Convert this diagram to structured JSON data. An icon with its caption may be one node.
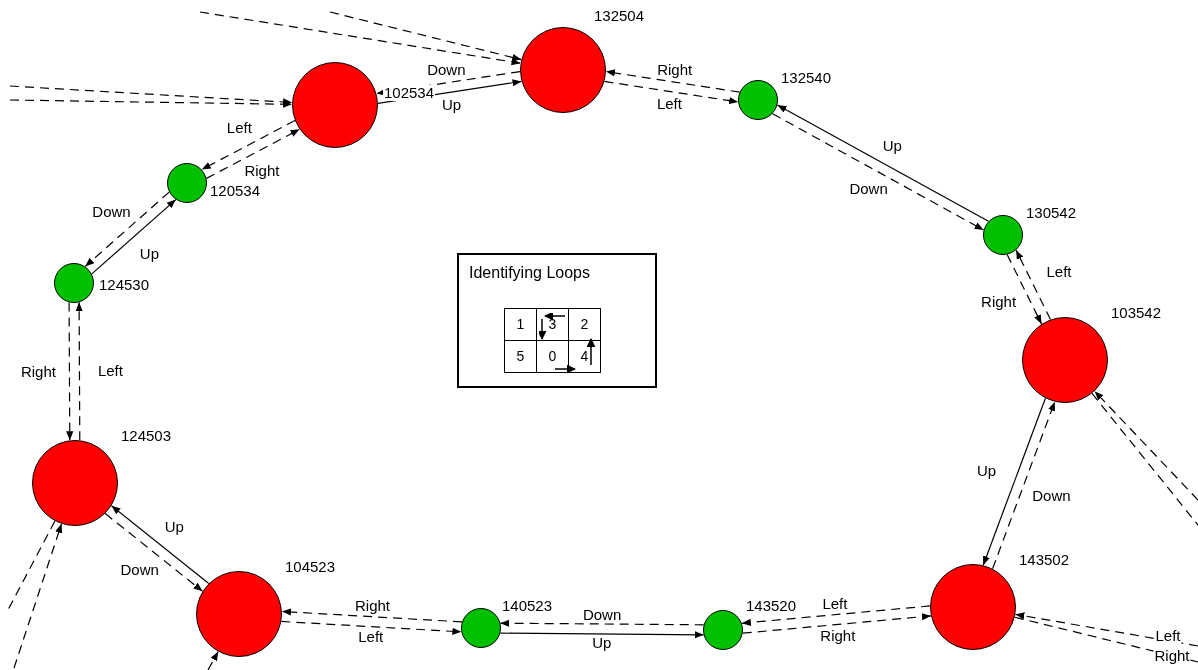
{
  "diagram": {
    "nodes": [
      {
        "text": [],
        "shape": "circle",
        "beside": [
          "132504"
        ]
      },
      {
        "text": [],
        "shape": "circle",
        "beside": [
          "102534"
        ]
      },
      {
        "text": [],
        "shape": "circle",
        "beside": [
          "132540"
        ]
      },
      {
        "text": [],
        "shape": "circle",
        "beside": [
          "120534"
        ]
      },
      {
        "text": [],
        "shape": "circle",
        "beside": [
          "130542"
        ]
      },
      {
        "text": [],
        "shape": "circle",
        "beside": [
          "124530"
        ]
      },
      {
        "text": [],
        "shape": "circle",
        "beside": [
          "103542"
        ]
      },
      {
        "text": [],
        "shape": "circle",
        "beside": [
          "124503"
        ]
      },
      {
        "text": [],
        "shape": "circle",
        "beside": [
          "104523"
        ]
      },
      {
        "text": [],
        "shape": "circle",
        "beside": [
          "143502"
        ]
      },
      {
        "text": [],
        "shape": "circle",
        "beside": [
          "140523"
        ]
      },
      {
        "text": [],
        "shape": "circle",
        "beside": [
          "143520"
        ]
      },
      {
        "text": [
          "Identifying Loops"
        ]
      }
    ],
    "edges": [
      {
        "from": 0,
        "to": 1,
        "arrow": "to",
        "label": "Down",
        "style": "dashed"
      },
      {
        "from": 1,
        "to": 0,
        "arrow": "to",
        "label": "Up"
      },
      {
        "from": 2,
        "to": 0,
        "arrow": "to",
        "label": "Right",
        "style": "dashed"
      },
      {
        "from": 0,
        "to": 2,
        "arrow": "to",
        "label": "Left",
        "style": "dashed"
      },
      {
        "from": 4,
        "to": 2,
        "arrow": "to",
        "label": "Up"
      },
      {
        "from": 2,
        "to": 4,
        "arrow": "to",
        "label": "Down",
        "style": "dashed"
      },
      {
        "from": 4,
        "to": 6,
        "arrow": "to",
        "label": "Right",
        "style": "dashed"
      },
      {
        "from": 6,
        "to": 4,
        "arrow": "to",
        "label": "Left",
        "style": "dashed"
      },
      {
        "from": 6,
        "to": 9,
        "arrow": "to",
        "label": "Up"
      },
      {
        "from": 9,
        "to": 6,
        "arrow": "to",
        "label": "Down",
        "style": "dashed"
      },
      {
        "from": 9,
        "to": 11,
        "arrow": "to",
        "label": "Left",
        "style": "dashed"
      },
      {
        "from": 11,
        "to": 9,
        "arrow": "to",
        "label": "Right",
        "style": "dashed"
      },
      {
        "from": 11,
        "to": 10,
        "arrow": "to",
        "label": "Down",
        "style": "dashed"
      },
      {
        "from": 10,
        "to": 11,
        "arrow": "to",
        "label": "Up"
      },
      {
        "from": 10,
        "to": 8,
        "arrow": "to",
        "label": "Right",
        "style": "dashed"
      },
      {
        "from": 8,
        "to": 10,
        "arrow": "to",
        "label": "Left",
        "style": "dashed"
      },
      {
        "from": 8,
        "to": 7,
        "arrow": "to",
        "label": "Up"
      },
      {
        "from": 7,
        "to": 8,
        "arrow": "to",
        "label": "Down",
        "style": "dashed"
      },
      {
        "from": 5,
        "to": 7,
        "arrow": "to",
        "label": "Right",
        "style": "dashed"
      },
      {
        "from": 7,
        "to": 5,
        "arrow": "to",
        "label": "Left",
        "style": "dashed"
      },
      {
        "from": 5,
        "to": 3,
        "arrow": "to",
        "label": "Up"
      },
      {
        "from": 3,
        "to": 5,
        "arrow": "to",
        "label": "Down",
        "style": "dashed"
      },
      {
        "from": 1,
        "to": 3,
        "arrow": "to",
        "label": "Left",
        "style": "dashed"
      },
      {
        "from": 3,
        "to": 1,
        "arrow": "to",
        "label": "Right",
        "style": "dashed"
      },
      {
        "from": null,
        "to": 1,
        "arrow": "to",
        "style": "dashed"
      },
      {
        "from": null,
        "to": 1,
        "arrow": "to",
        "style": "dashed"
      },
      {
        "from": null,
        "to": 0,
        "arrow": "to",
        "style": "dashed"
      },
      {
        "from": null,
        "to": 0,
        "arrow": "to",
        "style": "dashed"
      },
      {
        "from": null,
        "to": 6,
        "arrow": "to",
        "style": "dashed"
      },
      {
        "from": 6,
        "to": null,
        "arrow": "none",
        "style": "dashed"
      },
      {
        "from": null,
        "to": 9,
        "arrow": "to",
        "label": "Left",
        "style": "dashed"
      },
      {
        "from": 9,
        "to": null,
        "arrow": "none",
        "label": "Right",
        "style": "dashed"
      },
      {
        "from": 7,
        "to": null,
        "arrow": "none",
        "style": "dashed"
      },
      {
        "from": null,
        "to": 7,
        "arrow": "to",
        "style": "dashed"
      },
      {
        "from": null,
        "to": 8,
        "arrow": "to",
        "style": "dashed"
      }
    ],
    "labels": [
      "1",
      "3",
      "2",
      "5",
      "0",
      "4"
    ]
  }
}
